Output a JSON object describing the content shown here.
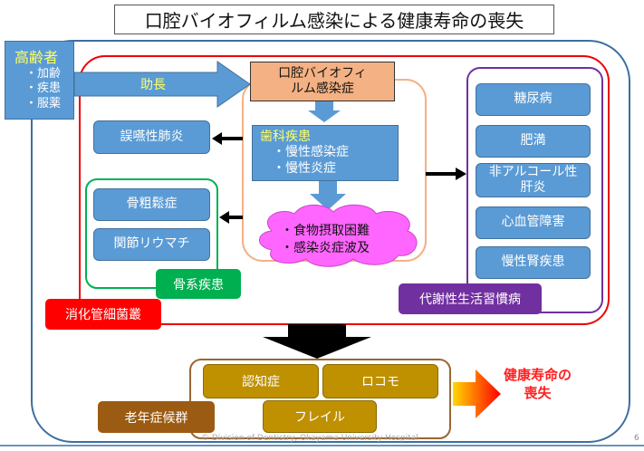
{
  "title": "口腔バイオフィルム感染による健康寿命の喪失",
  "elderly": {
    "heading": "高齢者",
    "items": [
      "・加齢",
      "・疾患",
      "・服薬"
    ]
  },
  "promote_label": "助長",
  "biofilm": "口腔バイオフィルム感染症",
  "dental": {
    "heading": "歯科疾患",
    "items": [
      "・慢性感染症",
      "・慢性炎症"
    ]
  },
  "cloud": {
    "items": [
      "・食物摂取困難",
      "・感染炎症波及"
    ]
  },
  "left": {
    "aspiration": "誤嚥性肺炎",
    "bone_items": [
      "骨粗鬆症",
      "関節リウマチ"
    ],
    "bone_label": "骨系疾患",
    "gut_label": "消化管細菌叢"
  },
  "right": {
    "items": [
      "糖尿病",
      "肥満",
      "非アルコール性肝炎",
      "心血管障害",
      "慢性腎疾患"
    ],
    "label": "代謝性生活習慣病"
  },
  "geriatric": {
    "items": [
      "認知症",
      "ロコモ",
      "フレイル"
    ],
    "label": "老年症候群"
  },
  "outcome": [
    "健康寿命の",
    "喪失"
  ],
  "footer": "© Division of Dentistry, Okayama University Hospital",
  "page_number": "6",
  "colors": {
    "blue": "#5b9bd5",
    "red": "#ff0000",
    "green": "#00b050",
    "purple": "#7030a0",
    "gold": "#bf9000",
    "brown": "#9c5b12",
    "pink": "#ff66ff",
    "orange": "#f4b183"
  }
}
